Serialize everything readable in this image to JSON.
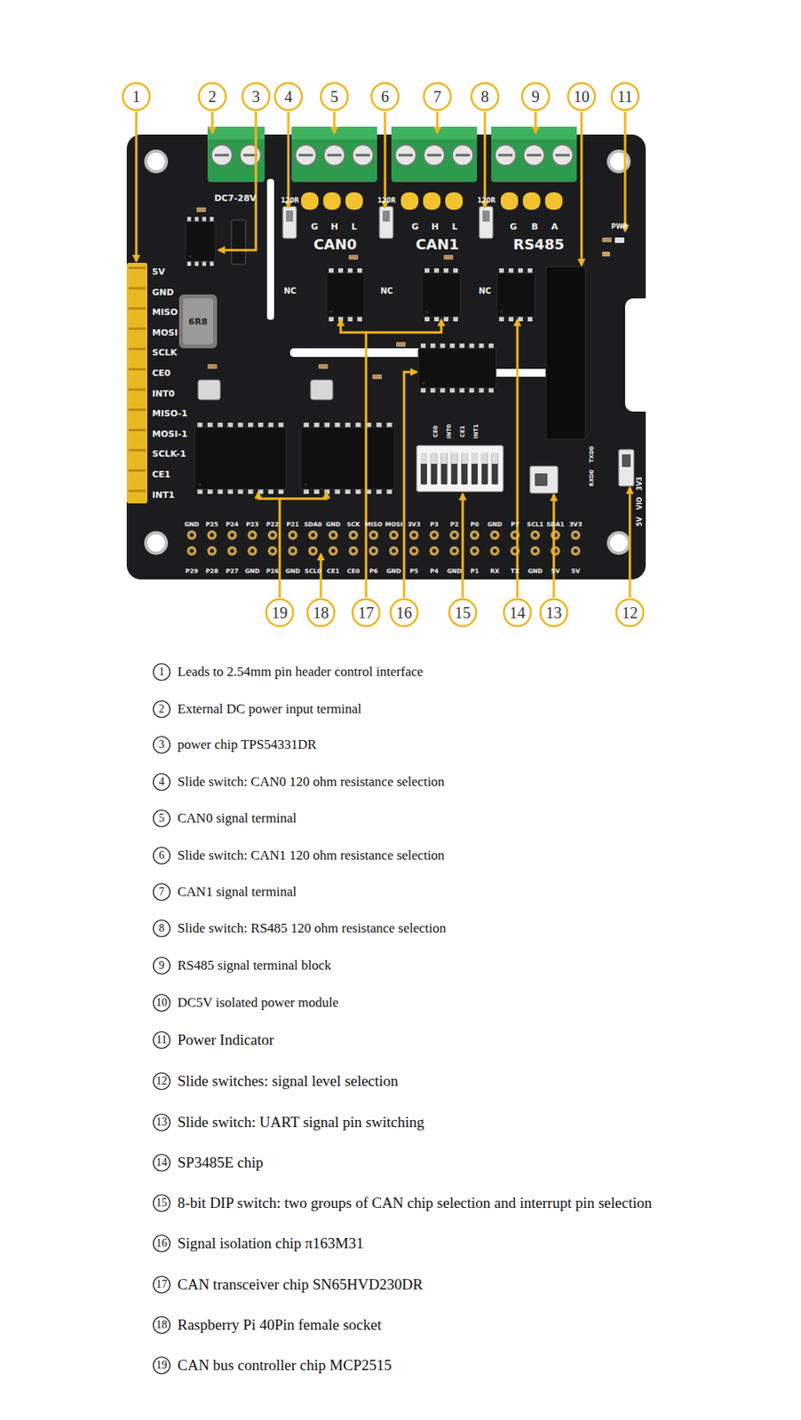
{
  "diagram": {
    "nodes": [
      {
        "text": [
          "1"
        ]
      },
      {
        "text": [
          "2"
        ]
      },
      {
        "text": [
          "3"
        ]
      },
      {
        "text": [
          "4"
        ]
      },
      {
        "text": [
          "5"
        ]
      },
      {
        "text": [
          "6"
        ]
      },
      {
        "text": [
          "7"
        ]
      },
      {
        "text": [
          "8"
        ]
      },
      {
        "text": [
          "9"
        ]
      },
      {
        "text": [
          "10"
        ]
      },
      {
        "text": [
          "11"
        ]
      },
      {
        "text": [
          "19"
        ]
      },
      {
        "text": [
          "18"
        ]
      },
      {
        "text": [
          "17"
        ]
      },
      {
        "text": [
          "16"
        ]
      },
      {
        "text": [
          "15"
        ]
      },
      {
        "text": [
          "14"
        ]
      },
      {
        "text": [
          "13"
        ]
      },
      {
        "text": [
          "12"
        ]
      },
      {
        "text": [
          "1",
          "Leads to 2.54mm pin header control interface"
        ]
      },
      {
        "text": [
          "2",
          "External DC power input terminal"
        ]
      },
      {
        "text": [
          "3",
          "power chip TPS54331DR"
        ]
      },
      {
        "text": [
          "4",
          "Slide switch: CAN0 120 ohm resistance selection"
        ]
      },
      {
        "text": [
          "5",
          "CAN0 signal terminal"
        ]
      },
      {
        "text": [
          "6",
          "Slide switch: CAN1 120 ohm resistance selection"
        ]
      },
      {
        "text": [
          "7",
          "CAN1 signal terminal"
        ]
      },
      {
        "text": [
          "8",
          "Slide switch: RS485 120 ohm resistance selection"
        ]
      },
      {
        "text": [
          "9",
          "RS485 signal terminal block"
        ]
      },
      {
        "text": [
          "10",
          "DC5V isolated power module"
        ]
      },
      {
        "text": [
          "11",
          "Power Indicator"
        ]
      },
      {
        "text": [
          "12",
          "Slide switches: signal level selection"
        ]
      },
      {
        "text": [
          "13",
          "Slide switch: UART signal pin switching"
        ]
      },
      {
        "text": [
          "14",
          "SP3485E chip"
        ]
      },
      {
        "text": [
          "15",
          "8-bit DIP switch: two groups of CAN chip selection and interrupt pin selection"
        ]
      },
      {
        "text": [
          "16",
          "Signal isolation chip π163M31"
        ]
      },
      {
        "text": [
          "17",
          "CAN transceiver chip SN65HVD230DR"
        ]
      },
      {
        "text": [
          "18",
          "Raspberry Pi 40Pin female socket"
        ]
      },
      {
        "text": [
          "19",
          "CAN bus controller chip MCP2515"
        ]
      }
    ],
    "labels": [
      "DC7-28V",
      "G",
      "H",
      "L",
      "G",
      "H",
      "L",
      "G",
      "B",
      "A",
      "CAN0",
      "CAN1",
      "RS485",
      "120R",
      "120R",
      "120R",
      "NC",
      "NC",
      "NC",
      "PWR",
      "5V",
      "GND",
      "MISO",
      "MOSI",
      "SCLK",
      "CE0",
      "INT0",
      "MISO-1",
      "MOSI-1",
      "SCLK-1",
      "CE1",
      "INT1",
      "6R8",
      "CE0",
      "INT0",
      "CE1",
      "INT1",
      "TXD0",
      "RXD0",
      "5V",
      "VIO",
      "3V3",
      "GND",
      "P25",
      "P24",
      "P23",
      "P22",
      "P21",
      "SDA0",
      "GND",
      "SCK",
      "MISO",
      "MOSI",
      "3V3",
      "P3",
      "P2",
      "P0",
      "GND",
      "P7",
      "SCL1",
      "SDA1",
      "3V3",
      "P29",
      "P28",
      "P27",
      "GND",
      "P26",
      "GND",
      "SCL0",
      "CE1",
      "CE0",
      "P6",
      "GND",
      "P5",
      "P4",
      "GND",
      "P1",
      "RX",
      "TX",
      "GND",
      "5V",
      "5V"
    ]
  }
}
